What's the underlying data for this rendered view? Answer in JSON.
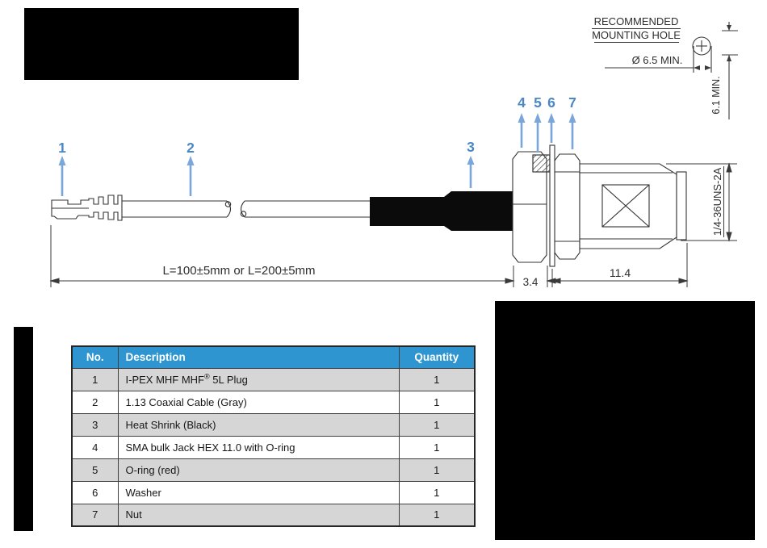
{
  "drawing": {
    "mounting_hole": {
      "title_line1": "RECOMMENDED",
      "title_line2": "MOUNTING HOLE",
      "diameter_label": "Ø 6.5 MIN.",
      "height_label": "6.1 MIN."
    },
    "dimensions": {
      "cable_length": "L=100±5mm or L=200±5mm",
      "hex_width": "3.4",
      "connector_length": "11.4",
      "thread_spec": "1/4-36UNS-2A"
    },
    "callouts": [
      "1",
      "2",
      "3",
      "4",
      "5",
      "6",
      "7"
    ]
  },
  "parts_table": {
    "headers": {
      "no": "No.",
      "description": "Description",
      "quantity": "Quantity"
    },
    "rows": [
      {
        "no": "1",
        "description": "I-PEX MHF MHF® 5L Plug",
        "quantity": "1"
      },
      {
        "no": "2",
        "description": "1.13 Coaxial Cable (Gray)",
        "quantity": "1"
      },
      {
        "no": "3",
        "description": "Heat Shrink (Black)",
        "quantity": "1"
      },
      {
        "no": "4",
        "description": "SMA bulk Jack HEX 11.0 with O-ring",
        "quantity": "1"
      },
      {
        "no": "5",
        "description": "O-ring (red)",
        "quantity": "1"
      },
      {
        "no": "6",
        "description": "Washer",
        "quantity": "1"
      },
      {
        "no": "7",
        "description": "Nut",
        "quantity": "1"
      }
    ]
  },
  "colors": {
    "callout_blue": "#4a87c6",
    "callout_arrow_blue": "#7aa6da",
    "table_header_blue": "#2e95d1",
    "table_row_gray": "#d6d6d6",
    "line_color": "#3a3a3a"
  }
}
